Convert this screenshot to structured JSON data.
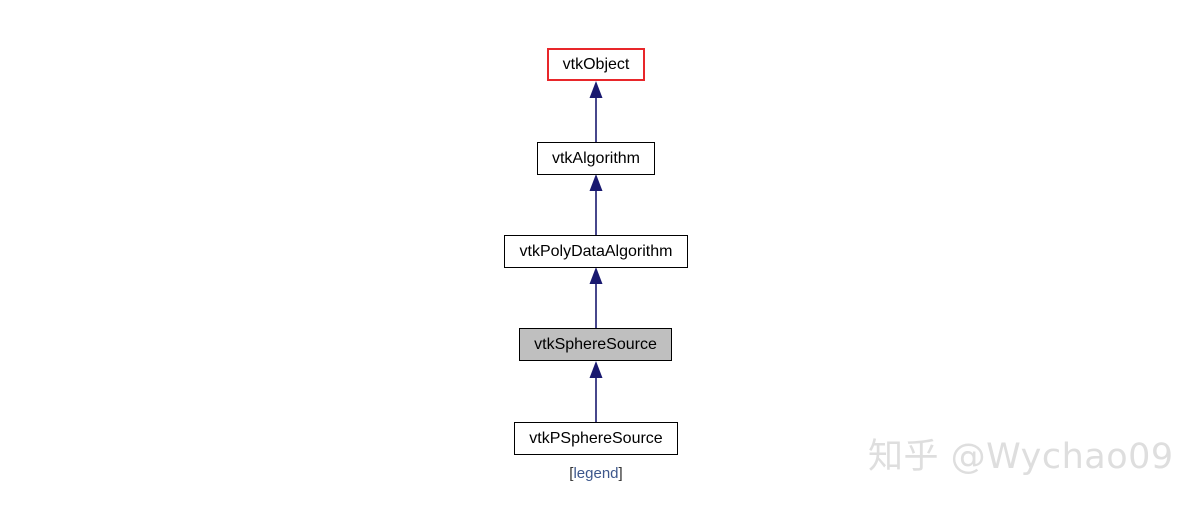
{
  "diagram": {
    "nodes": [
      {
        "id": "vtkObject",
        "label": "vtkObject",
        "role": "root",
        "border_color": "#e8262a"
      },
      {
        "id": "vtkAlgorithm",
        "label": "vtkAlgorithm"
      },
      {
        "id": "vtkPolyDataAlgorithm",
        "label": "vtkPolyDataAlgorithm"
      },
      {
        "id": "vtkSphereSource",
        "label": "vtkSphereSource",
        "role": "current",
        "fill_color": "#bfbfbf"
      },
      {
        "id": "vtkPSphereSource",
        "label": "vtkPSphereSource"
      }
    ],
    "edges": [
      {
        "from": "vtkAlgorithm",
        "to": "vtkObject"
      },
      {
        "from": "vtkPolyDataAlgorithm",
        "to": "vtkAlgorithm"
      },
      {
        "from": "vtkSphereSource",
        "to": "vtkPolyDataAlgorithm"
      },
      {
        "from": "vtkPSphereSource",
        "to": "vtkSphereSource"
      }
    ],
    "edge_color": "#191970"
  },
  "legend": {
    "open": "[",
    "link": "legend",
    "close": "]"
  },
  "watermark": {
    "text": "知乎 @Wychao09"
  }
}
